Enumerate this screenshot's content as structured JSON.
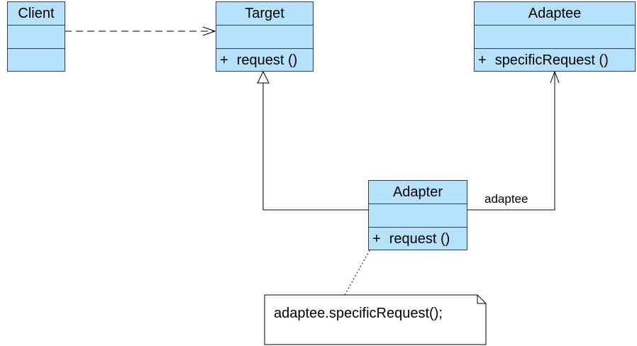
{
  "classes": {
    "client": {
      "name": "Client"
    },
    "target": {
      "name": "Target",
      "operation": {
        "visibility": "+",
        "name": "request ()"
      }
    },
    "adaptee": {
      "name": "Adaptee",
      "operation": {
        "visibility": "+",
        "name": "specificRequest ()"
      }
    },
    "adapter": {
      "name": "Adapter",
      "operation": {
        "visibility": "+",
        "name": "request ()"
      }
    }
  },
  "associations": {
    "adapter_to_adaptee": {
      "label": "adaptee"
    }
  },
  "note": {
    "text": "adaptee.specificRequest();"
  },
  "colors": {
    "class_fill": "#b5e2fa",
    "border": "#2b3f55",
    "line": "#000000"
  }
}
